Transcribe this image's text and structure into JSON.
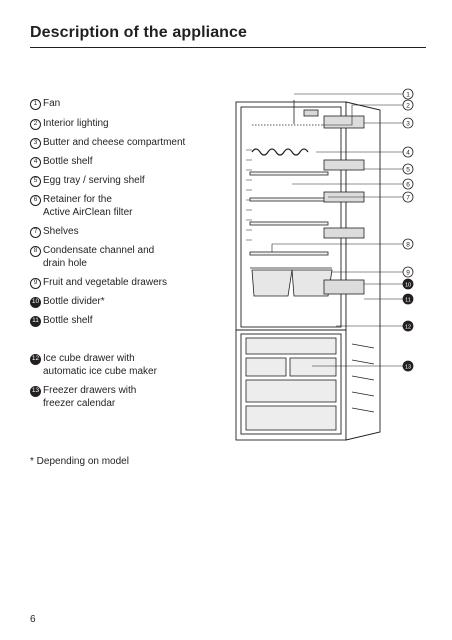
{
  "page": {
    "title": "Description of the appliance",
    "footnote": "* Depending on model",
    "page_number": "6"
  },
  "legend": [
    {
      "num": "1",
      "text": "Fan"
    },
    {
      "num": "2",
      "text": "Interior lighting"
    },
    {
      "num": "3",
      "text": "Butter and cheese compartment"
    },
    {
      "num": "4",
      "text": "Bottle shelf"
    },
    {
      "num": "5",
      "text": "Egg tray / serving shelf"
    },
    {
      "num": "6",
      "text": "Retainer for the\nActive AirClean filter"
    },
    {
      "num": "7",
      "text": "Shelves"
    },
    {
      "num": "8",
      "text": "Condensate channel and\ndrain hole"
    },
    {
      "num": "9",
      "text": "Fruit and vegetable drawers"
    },
    {
      "num": "10",
      "text": "Bottle divider*"
    },
    {
      "num": "11",
      "text": "Bottle shelf"
    },
    {
      "num": "12",
      "text": "Ice cube drawer with\nautomatic ice cube maker"
    },
    {
      "num": "13",
      "text": "Freezer drawers with\nfreezer calendar"
    }
  ],
  "diagram": {
    "callouts": [
      "1",
      "2",
      "3",
      "4",
      "5",
      "6",
      "7",
      "8",
      "9",
      "10",
      "11",
      "12",
      "13"
    ]
  }
}
